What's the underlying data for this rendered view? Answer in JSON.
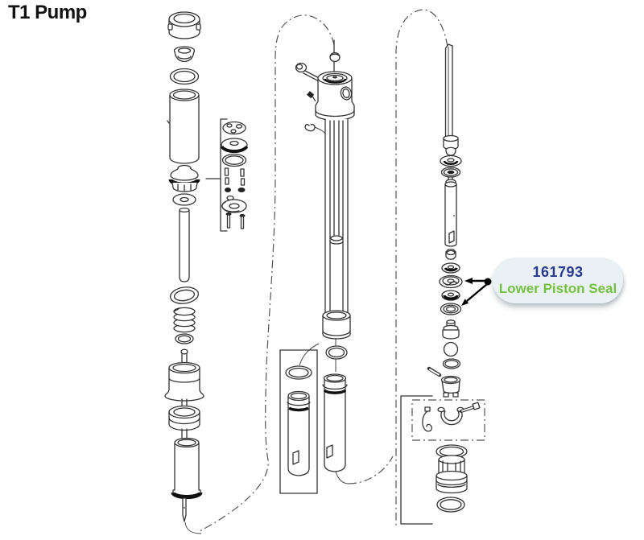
{
  "page": {
    "title": "T1 Pump"
  },
  "callout": {
    "part_number": "161793",
    "part_name": "Lower Piston Seal",
    "colors": {
      "part_number": "#293a8d",
      "part_name": "#76c043",
      "bubble_bg": "#e9f1f4",
      "arrow": "#000000"
    }
  },
  "diagram": {
    "line_color": "#333333",
    "assemblies": [
      {
        "id": "left-pump-stack",
        "parts": [
          "outlet-cap",
          "valve-seat",
          "o-ring",
          "upper-cylinder",
          "outlet-valve",
          "washer",
          "piston-rod",
          "o-ring-large",
          "spring",
          "o-ring-small",
          "intake-valve",
          "seat-ring",
          "lower-cylinder",
          "rod-tip",
          "repair-kit-detail"
        ]
      },
      {
        "id": "center-pump-stack",
        "parts": [
          "pin",
          "bolt",
          "pump-head",
          "set-screw",
          "retainer-clip",
          "inner-tube",
          "o-ring",
          "outer-sleeve",
          "sleeve-kit-box"
        ]
      },
      {
        "id": "right-pump-stack",
        "parts": [
          "suction-rod",
          "coupler",
          "washer-seals",
          "piston-tube",
          "nut",
          "piston-seal-stack",
          "valve-fitting",
          "ball",
          "o-ring",
          "roll-pin",
          "valve-seat",
          "clamp-kit-box",
          "intake-strainer",
          "bottom-o-ring"
        ]
      }
    ],
    "highlighted_parts": [
      "lower-piston-seal-upper",
      "lower-piston-seal-lower"
    ]
  }
}
